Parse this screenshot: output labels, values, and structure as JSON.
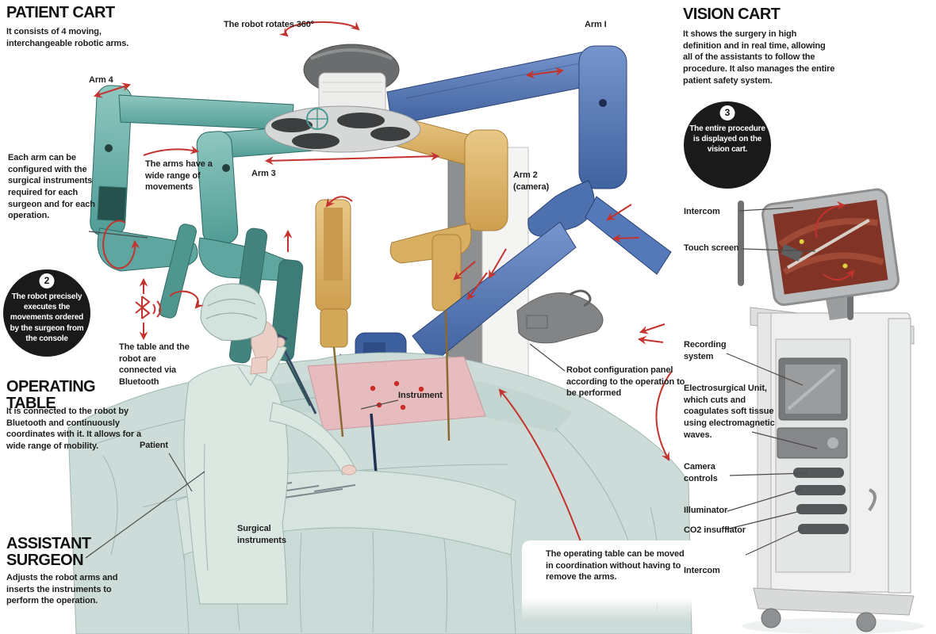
{
  "colors": {
    "arrow_red": "#c4332e",
    "arm_teal": "#58a39c",
    "arm_blue": "#4a71b4",
    "arm_yellow": "#ddb268",
    "badge_black": "#1a1a1a",
    "drape_green": "#cddcd8",
    "screen_red": "#813326"
  },
  "patient_cart": {
    "title": "PATIENT CART",
    "description": "It consists of 4 moving, interchangeable robotic arms.",
    "arm_note": "Each arm can be configured with the surgical instruments required for each surgeon and for each operation.",
    "rotate_label": "The robot rotates 360º",
    "movements_label": "The arms have a wide range of movements",
    "bluetooth_note": "The table and the robot are connected via Bluetooth",
    "config_panel_label": "Robot configuration panel according to the operation to be performed",
    "instrument_label": "Instrument",
    "arms": {
      "arm1": "Arm I",
      "arm2": "Arm 2 (camera)",
      "arm3": "Arm 3",
      "arm4": "Arm 4"
    },
    "badge2": {
      "number": "2",
      "text": "The robot precisely executes the movements ordered by the surgeon from the console"
    }
  },
  "operating_table": {
    "title": "OPERATING TABLE",
    "description": "It is connected to the robot by Bluetooth and continuously coordinates with it. It allows for a wide range of mobility.",
    "patient_label": "Patient",
    "surgical_instruments_label": "Surgical instruments",
    "move_note": "The operating table can be moved in coordination without having to remove the arms."
  },
  "assistant_surgeon": {
    "title": "ASSISTANT SURGEON",
    "description": "Adjusts the robot arms and inserts the instruments to perform the operation."
  },
  "vision_cart": {
    "title": "VISION CART",
    "description": "It shows the surgery in high definition and in real time, allowing all of the assistants to follow the procedure. It also manages the entire patient safety system.",
    "badge3": {
      "number": "3",
      "text": "The entire procedure is displayed on the vision cart."
    },
    "labels": {
      "intercom_top": "Intercom",
      "touch_screen": "Touch screen",
      "recording": "Recording system",
      "esu": "Electrosurgical Unit, which cuts and coagulates soft tissue using electromagnetic waves.",
      "camera_controls": "Camera controls",
      "illuminator": "Illuminator",
      "co2": "CO2 insufflator",
      "intercom_bottom": "Intercom"
    }
  }
}
